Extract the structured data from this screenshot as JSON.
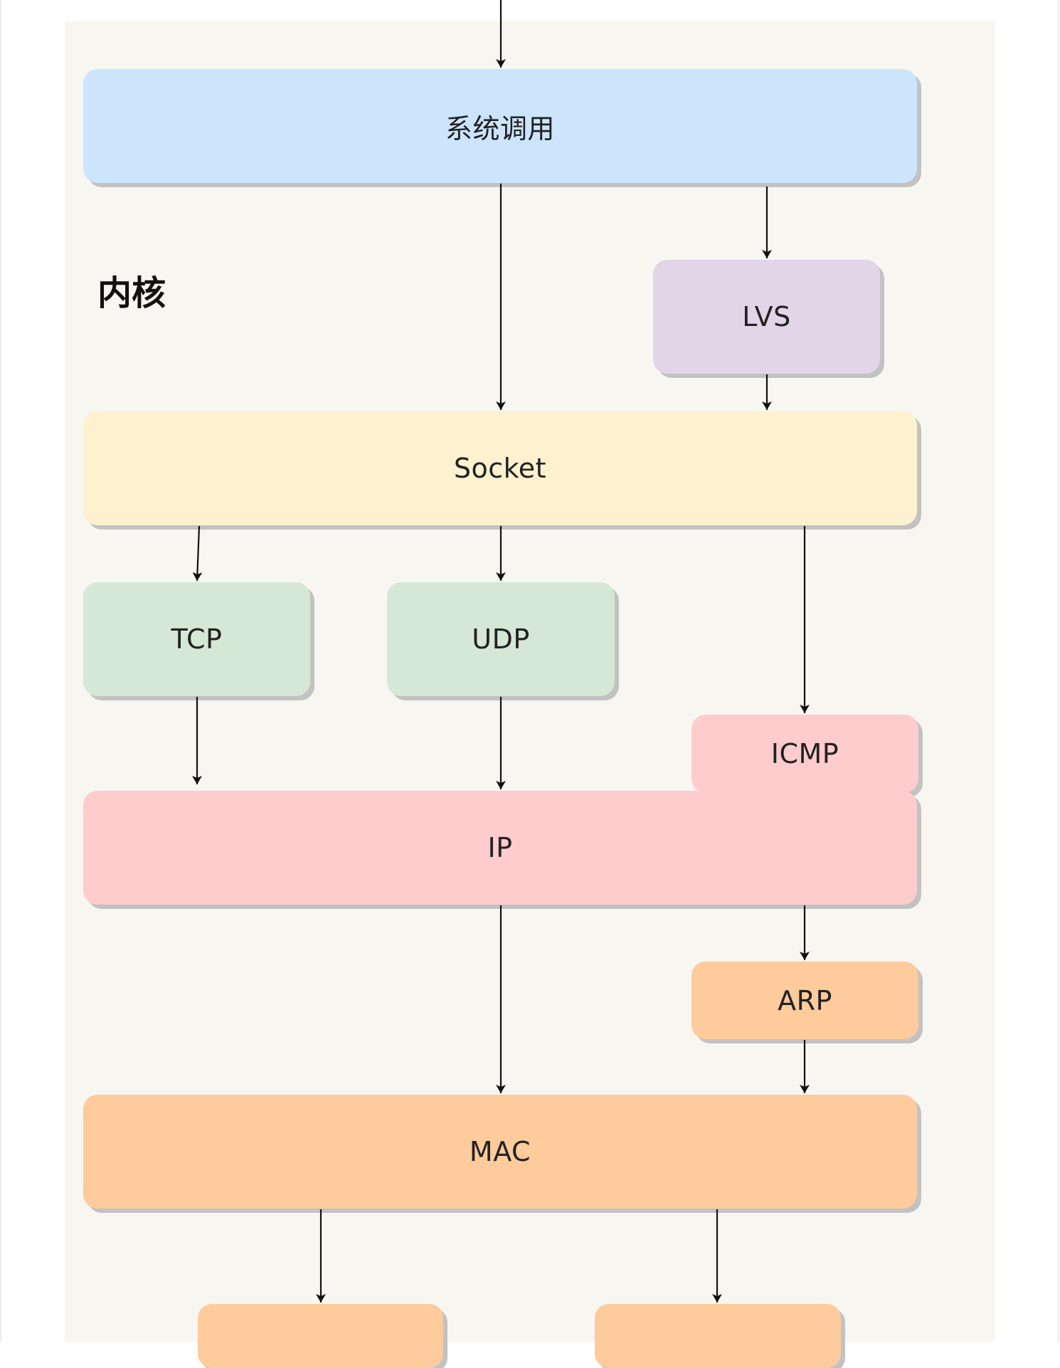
{
  "diagram": {
    "region_label": "内核",
    "nodes": {
      "syscall": {
        "label": "系统调用",
        "color": "#cce5fd"
      },
      "lvs": {
        "label": "LVS",
        "color": "#e2d5e8"
      },
      "socket": {
        "label": "Socket",
        "color": "#fef1cf"
      },
      "tcp": {
        "label": "TCP",
        "color": "#d5e7d5"
      },
      "udp": {
        "label": "UDP",
        "color": "#d5e7d5"
      },
      "icmp": {
        "label": "ICMP",
        "color": "#fecccc"
      },
      "ip": {
        "label": "IP",
        "color": "#fecccc"
      },
      "arp": {
        "label": "ARP",
        "color": "#fdcb9c"
      },
      "mac": {
        "label": "MAC",
        "color": "#fdcb9c"
      },
      "nic1": {
        "label": "",
        "color": "#fdcb9c"
      },
      "nic2": {
        "label": "",
        "color": "#fdcb9c"
      }
    },
    "edges": [
      [
        "entry",
        "syscall"
      ],
      [
        "syscall",
        "socket"
      ],
      [
        "syscall",
        "lvs"
      ],
      [
        "lvs",
        "socket"
      ],
      [
        "socket",
        "tcp"
      ],
      [
        "socket",
        "udp"
      ],
      [
        "socket",
        "icmp"
      ],
      [
        "tcp",
        "ip"
      ],
      [
        "udp",
        "ip"
      ],
      [
        "ip",
        "mac"
      ],
      [
        "ip",
        "arp"
      ],
      [
        "arp",
        "mac"
      ],
      [
        "mac",
        "nic1"
      ],
      [
        "mac",
        "nic2"
      ]
    ]
  }
}
